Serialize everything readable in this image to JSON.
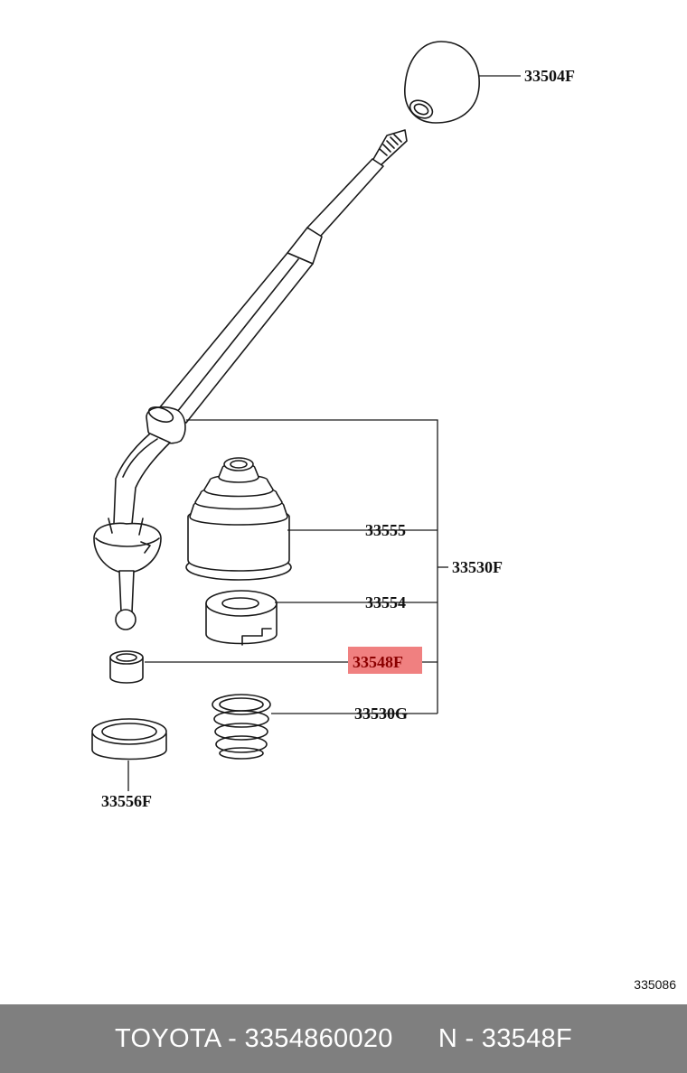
{
  "diagram": {
    "labels": {
      "knob": "33504F",
      "boot": "33555",
      "retainer": "33554",
      "bushing": "33548F",
      "spring": "33530G",
      "seat": "33556F",
      "assembly": "33530F"
    },
    "highlight_color": "#f08080",
    "ref_code": "335086"
  },
  "footer": {
    "brand": "TOYOTA",
    "part_number": "3354860020",
    "part_code": "N - 33548F",
    "text": "TOYOTA - 3354860020      N - 33548F",
    "background": "#7f7f7f"
  }
}
